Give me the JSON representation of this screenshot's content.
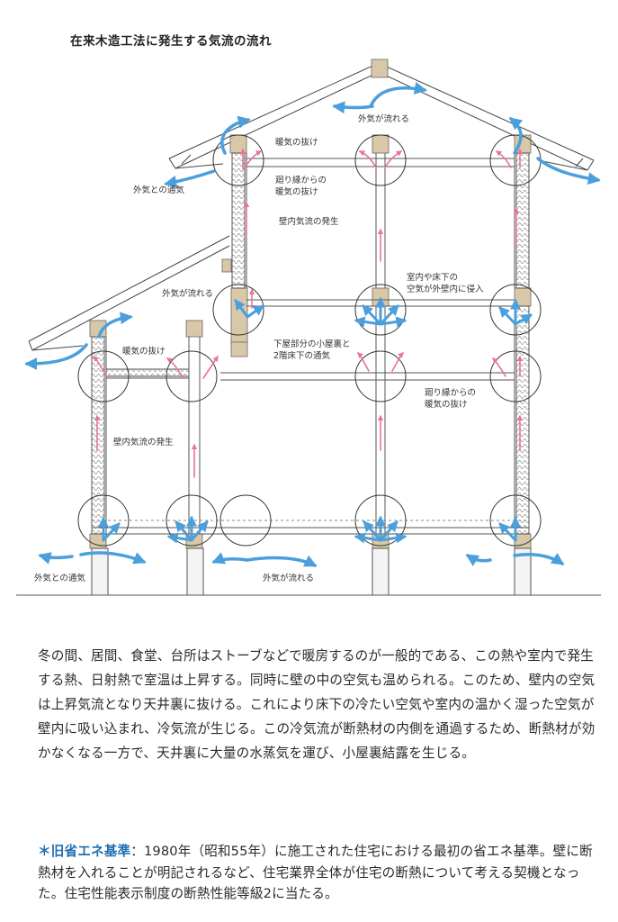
{
  "title": "在来木造工法に発生する気流の流れ",
  "labels": {
    "outside_flow_top": "外気が流れる",
    "warm_escape_top": "暖気の抜け",
    "mawari_warm_top": "廻り縁からの\n暖気の抜け",
    "outside_vent_left": "外気との通気",
    "wall_flow_upper": "壁内気流の発生",
    "indoor_underfloor": "室内や床下の\n空気が外壁内に侵入",
    "outside_flow_mid": "外気が流れる",
    "warm_escape_lower": "暖気の抜け",
    "lower_roof_vent": "下屋部分の小屋裏と\n2階床下の通気",
    "mawari_warm_lower": "廻り縁からの\n暖気の抜け",
    "wall_flow_lower": "壁内気流の発生",
    "outside_vent_bottom": "外気との通気",
    "outside_flow_bottom": "外気が流れる"
  },
  "body_text": "冬の間、居間、食堂、台所はストーブなどで暖房するのが一般的である、この熱や室内で発生する熱、日射熱で室温は上昇する。同時に壁の中の空気も温められる。このため、壁内の空気は上昇気流となり天井裏に抜ける。これにより床下の冷たい空気や室内の温かく湿った空気が壁内に吸い込まれ、冷気流が生じる。この冷気流が断熱材の内側を通過するため、断熱材が効かなくなる一方で、天井裏に大量の水蒸気を運び、小屋裏結露を生じる。",
  "note": {
    "head": "＊旧省エネ基準",
    "text": "：1980年（昭和55年）に施工された住宅における最初の省エネ基準。壁に断熱材を入れることが明記されるなど、住宅業界全体が住宅の断熱について考える契機となった。住宅性能表示制度の断熱性能等級2に当たる。"
  },
  "colors": {
    "air_flow": "#4a9fdc",
    "warm_flow": "#e8739a",
    "timber": "#d9c8a8",
    "line": "#444444"
  }
}
